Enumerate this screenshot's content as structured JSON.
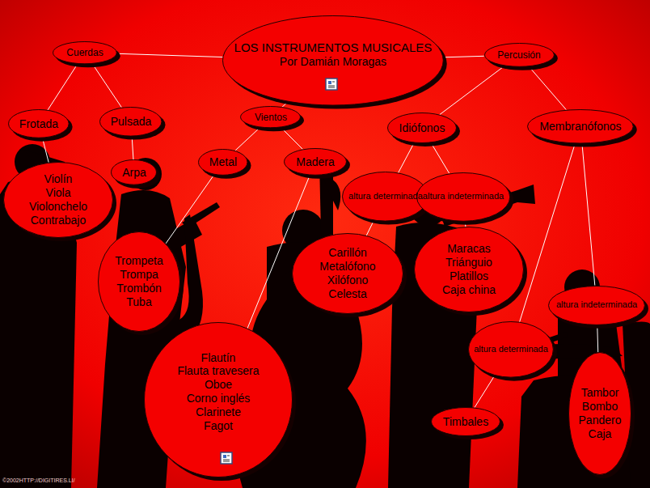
{
  "diagram": {
    "nodes": [
      {
        "text": [
          "LOS INSTRUMENTOS MUSICALES",
          "Por Damián Moragas"
        ]
      },
      {
        "text": [
          "Cuerdas"
        ]
      },
      {
        "text": [
          "Percusión"
        ]
      },
      {
        "text": [
          "Frotada"
        ]
      },
      {
        "text": [
          "Pulsada"
        ]
      },
      {
        "text": [
          "Vientos"
        ]
      },
      {
        "text": [
          "Idiófonos"
        ]
      },
      {
        "text": [
          "Membranófonos"
        ]
      },
      {
        "text": [
          "Metal"
        ]
      },
      {
        "text": [
          "Madera"
        ]
      },
      {
        "text": [
          "Arpa"
        ]
      },
      {
        "text": [
          "Violín",
          "Viola",
          "Violonchelo",
          "Contrabajo"
        ]
      },
      {
        "text": [
          "altura determinada"
        ]
      },
      {
        "text": [
          "altura indeterminada"
        ]
      },
      {
        "text": [
          "Trompeta",
          "Trompa",
          "Trombón",
          "Tuba"
        ]
      },
      {
        "text": [
          "Carillón",
          "Metalófono",
          "Xilófono",
          "Celesta"
        ]
      },
      {
        "text": [
          "Maracas",
          "Triánguio",
          "Platillos",
          "Caja china"
        ]
      },
      {
        "text": [
          "altura indeterminada"
        ]
      },
      {
        "text": [
          "altura determinada"
        ]
      },
      {
        "text": [
          "Flautín",
          "Flauta travesera",
          "Oboe",
          "Corno inglés",
          "Clarinete",
          "Fagot"
        ]
      },
      {
        "text": [
          "Timbales"
        ]
      },
      {
        "text": [
          "Tambor",
          "Bombo",
          "Pandero",
          "Caja"
        ]
      }
    ],
    "edges": [
      {
        "from": 0,
        "to": 1,
        "arrow": "none"
      },
      {
        "from": 0,
        "to": 2,
        "arrow": "none"
      },
      {
        "from": 0,
        "to": 5,
        "arrow": "none"
      },
      {
        "from": 1,
        "to": 3,
        "arrow": "none"
      },
      {
        "from": 1,
        "to": 4,
        "arrow": "none"
      },
      {
        "from": 2,
        "to": 6,
        "arrow": "none"
      },
      {
        "from": 2,
        "to": 7,
        "arrow": "none"
      },
      {
        "from": 5,
        "to": 8,
        "arrow": "none"
      },
      {
        "from": 5,
        "to": 9,
        "arrow": "none"
      },
      {
        "from": 3,
        "to": 11,
        "arrow": "none"
      },
      {
        "from": 4,
        "to": 10,
        "arrow": "none"
      },
      {
        "from": 8,
        "to": 14,
        "arrow": "none"
      },
      {
        "from": 9,
        "to": 19,
        "arrow": "none"
      },
      {
        "from": 6,
        "to": 12,
        "arrow": "none"
      },
      {
        "from": 6,
        "to": 13,
        "arrow": "none"
      },
      {
        "from": 12,
        "to": 15,
        "arrow": "none"
      },
      {
        "from": 13,
        "to": 16,
        "arrow": "none"
      },
      {
        "from": 7,
        "to": 17,
        "arrow": "none"
      },
      {
        "from": 7,
        "to": 18,
        "arrow": "none"
      },
      {
        "from": 17,
        "to": 21,
        "arrow": "none"
      },
      {
        "from": 18,
        "to": 20,
        "arrow": "none"
      }
    ],
    "labels": [
      "©2002HTTP://DIGITIRES.LI/"
    ]
  }
}
